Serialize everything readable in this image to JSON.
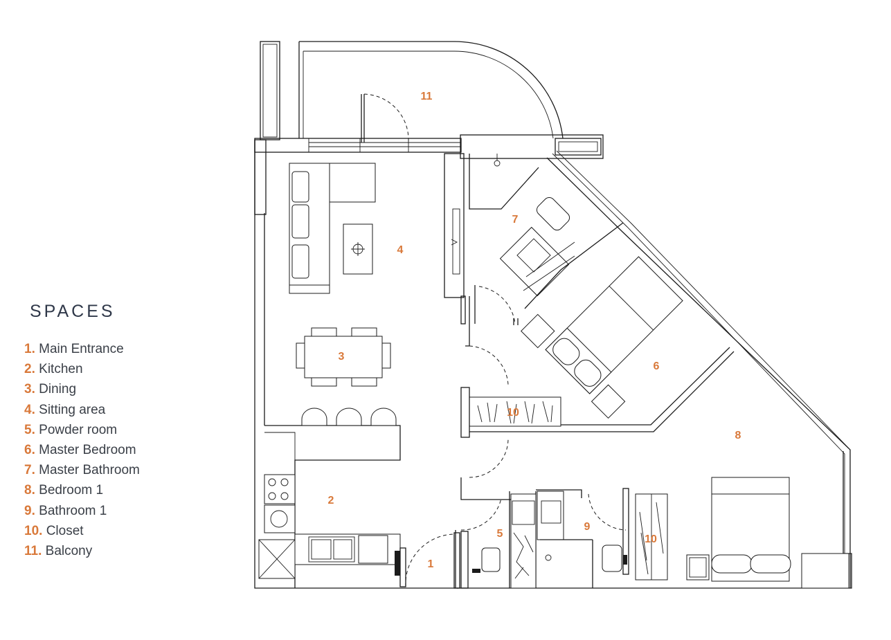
{
  "legend": {
    "title": "SPACES",
    "items": [
      {
        "num": "1.",
        "label": "Main Entrance"
      },
      {
        "num": "2.",
        "label": "Kitchen"
      },
      {
        "num": "3.",
        "label": "Dining"
      },
      {
        "num": "4.",
        "label": "Sitting area"
      },
      {
        "num": "5.",
        "label": "Powder room"
      },
      {
        "num": "6.",
        "label": "Master Bedroom"
      },
      {
        "num": "7.",
        "label": "Master Bathroom"
      },
      {
        "num": "8.",
        "label": "Bedroom 1"
      },
      {
        "num": "9.",
        "label": "Bathroom 1"
      },
      {
        "num": "10.",
        "label": "Closet"
      },
      {
        "num": "11.",
        "label": "Balcony"
      }
    ]
  },
  "plan": {
    "rooms": {
      "main_entrance": "1",
      "kitchen": "2",
      "dining": "3",
      "sitting_area": "4",
      "powder_room": "5",
      "master_bedroom": "6",
      "master_bathroom": "7",
      "bedroom_1": "8",
      "bathroom_1": "9",
      "closet_master": "10",
      "closet_bedroom": "10",
      "balcony": "11"
    }
  },
  "colors": {
    "accent": "#d9793a",
    "title": "#2f3849",
    "text": "#3a3f47",
    "line": "#1b1b1b"
  }
}
